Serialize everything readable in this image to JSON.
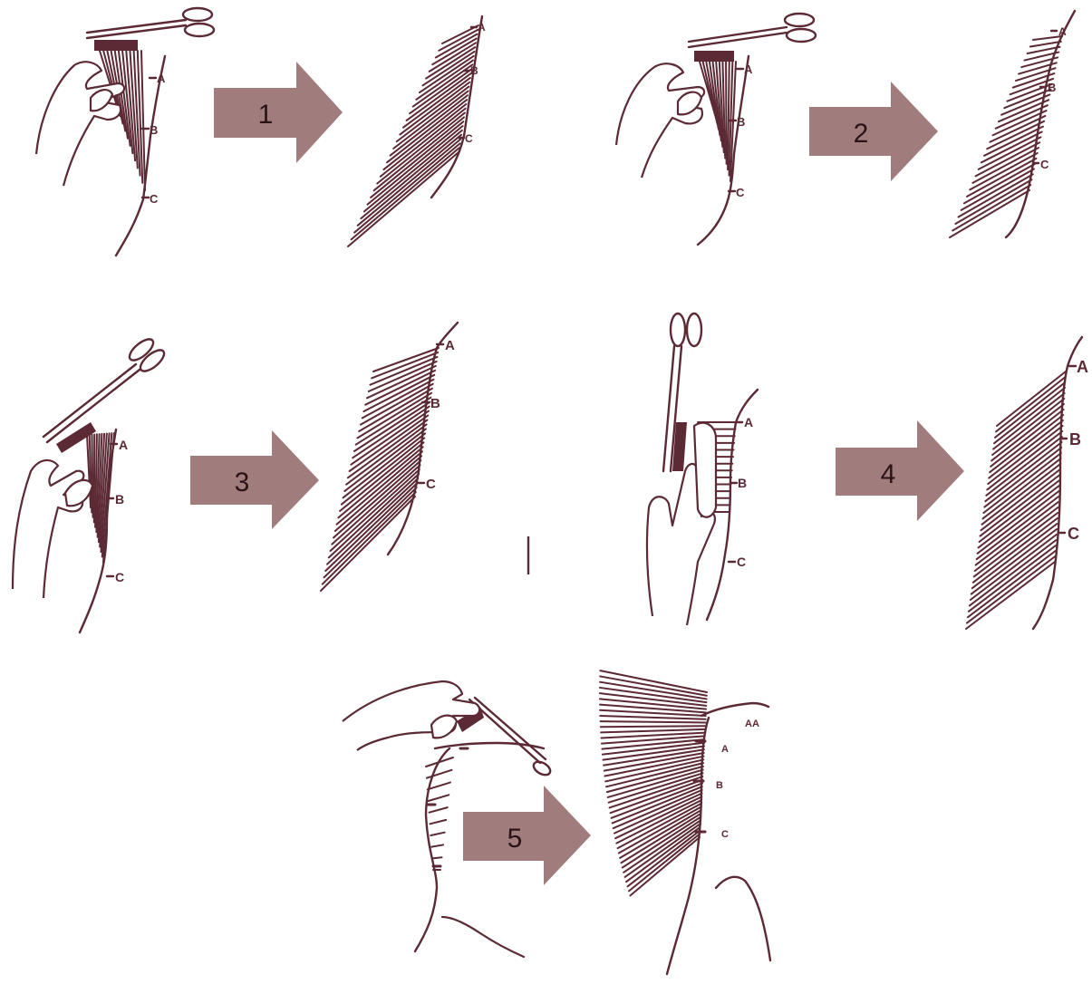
{
  "colors": {
    "ink": "#5b2a34",
    "arrow_fill": "#a07c7d",
    "arrow_text": "#2a1216",
    "background": "#ffffff"
  },
  "steps": [
    {
      "number": "1",
      "labels": [
        "A",
        "B",
        "C"
      ]
    },
    {
      "number": "2",
      "labels": [
        "A",
        "B",
        "C"
      ]
    },
    {
      "number": "3",
      "labels": [
        "A",
        "B",
        "C"
      ]
    },
    {
      "number": "4",
      "labels": [
        "A",
        "B",
        "C"
      ]
    },
    {
      "number": "5",
      "labels": [
        "AA",
        "A",
        "B",
        "C"
      ]
    }
  ],
  "icons": [
    "scissors-icon",
    "hand-icon",
    "comb-icon",
    "right-arrow-icon"
  ]
}
